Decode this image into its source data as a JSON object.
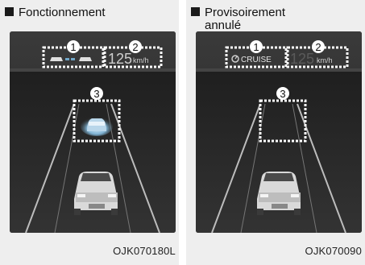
{
  "panels": [
    {
      "title": "Fonctionnement",
      "speed": "125",
      "unit": "km/h",
      "callouts": [
        "1",
        "2",
        "3"
      ],
      "code": "OJK070180L"
    },
    {
      "title_line1": "Provisoirement",
      "title_line2": "annulé",
      "cruise_label": "CRUISE",
      "speed": "125",
      "unit": "km/h",
      "callouts": [
        "1",
        "2",
        "3"
      ],
      "code": "OJK070090"
    }
  ],
  "colors": {
    "screen_bg": "#2a2a2a",
    "highlight": "#ffffff",
    "active_vehicle": "#6fa6c8"
  }
}
